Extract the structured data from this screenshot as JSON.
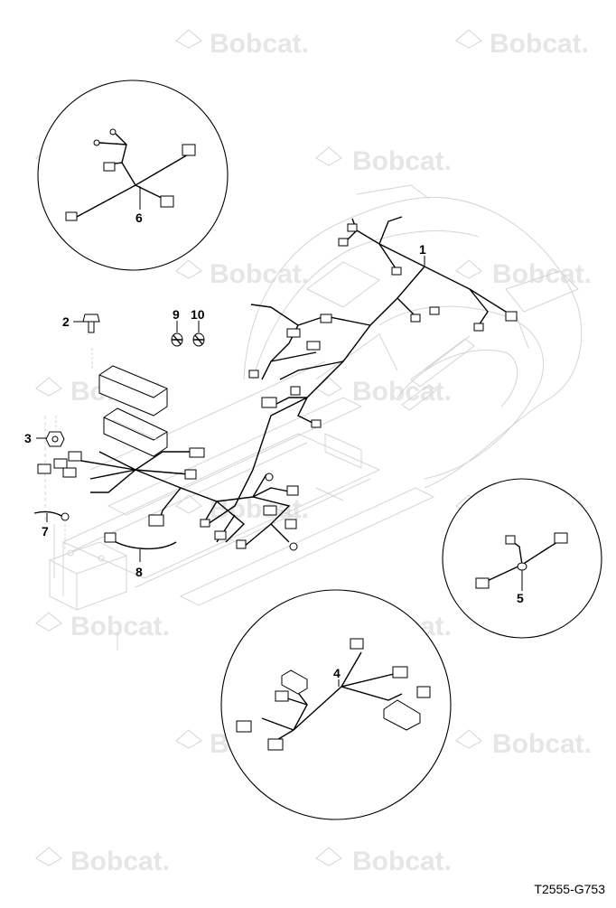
{
  "watermark": {
    "text": "Bobcat."
  },
  "callouts": [
    {
      "id": "1",
      "label": "1"
    },
    {
      "id": "2",
      "label": "2"
    },
    {
      "id": "3",
      "label": "3"
    },
    {
      "id": "4",
      "label": "4"
    },
    {
      "id": "5",
      "label": "5"
    },
    {
      "id": "6",
      "label": "6"
    },
    {
      "id": "7",
      "label": "7"
    },
    {
      "id": "8",
      "label": "8"
    },
    {
      "id": "9",
      "label": "9"
    },
    {
      "id": "10",
      "label": "10"
    }
  ],
  "drawing_id": "T2555-G753"
}
